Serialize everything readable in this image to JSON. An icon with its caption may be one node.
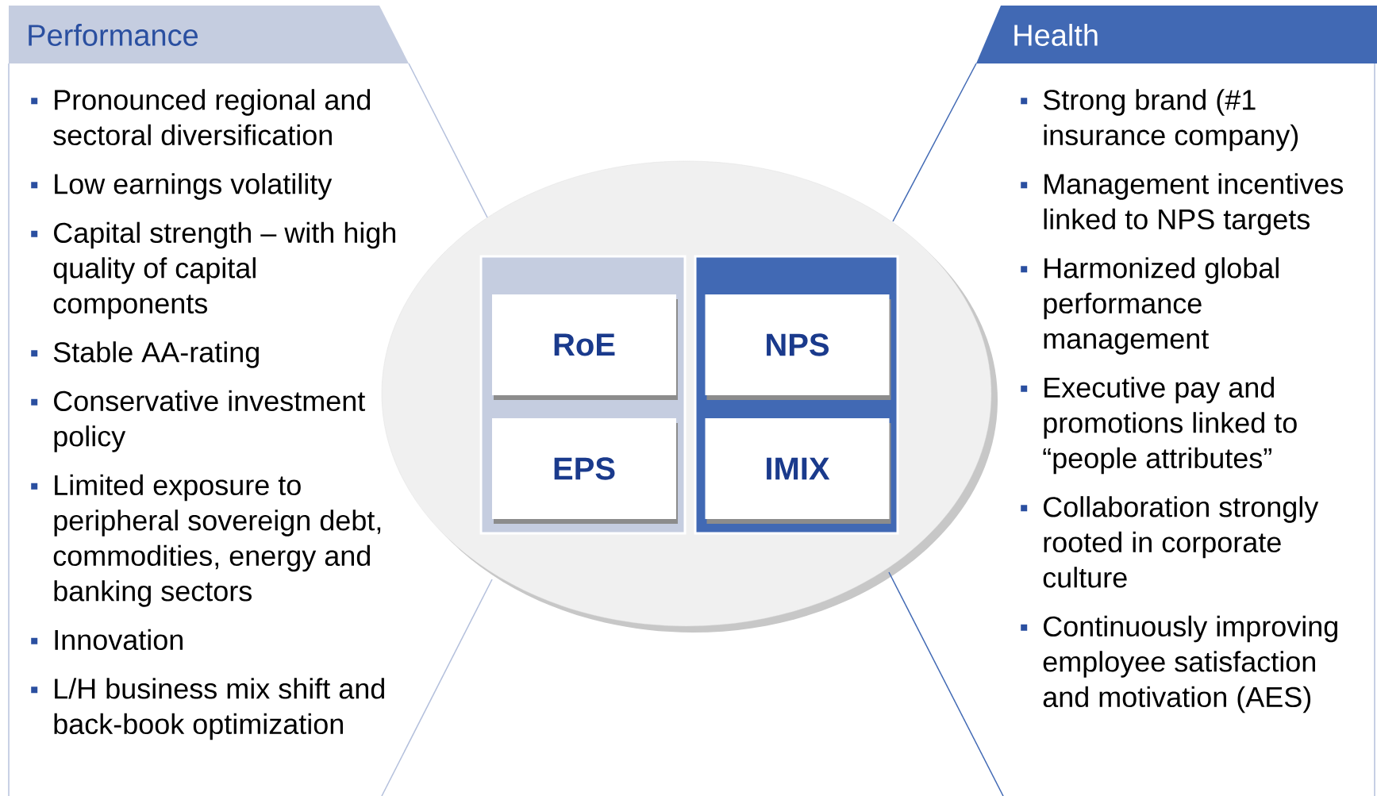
{
  "diagram": {
    "nodes": [
      {
        "text": [
          "Performance",
          "Pronounced regional and sectoral diversification",
          "Low earnings volatility",
          "Capital strength – with high quality of capital components",
          "Stable AA-rating",
          "Conservative investment policy",
          "Limited exposure to peripheral sovereign debt, commodities, energy and banking sectors",
          "Innovation",
          "L/H business mix shift and back-book optimization"
        ]
      },
      {
        "text": [
          "Health",
          "Strong brand (#1 insurance company)",
          "Management incentives linked to NPS targets",
          "Harmonized global performance management",
          "Executive pay and promotions linked to “people attributes”",
          "Collaboration strongly rooted in corporate culture",
          "Continuously improving employee satisfaction and motivation (AES)"
        ]
      },
      {
        "text": [],
        "shape": "ellipse"
      },
      {
        "text": [],
        "shape": "box",
        "in": 2
      },
      {
        "text": [
          "RoE"
        ],
        "in": 3
      },
      {
        "text": [
          "EPS"
        ],
        "in": 3
      },
      {
        "text": [],
        "shape": "box",
        "in": 2
      },
      {
        "text": [
          "NPS"
        ],
        "in": 6
      },
      {
        "text": [
          "IMIX"
        ],
        "in": 6
      }
    ]
  }
}
